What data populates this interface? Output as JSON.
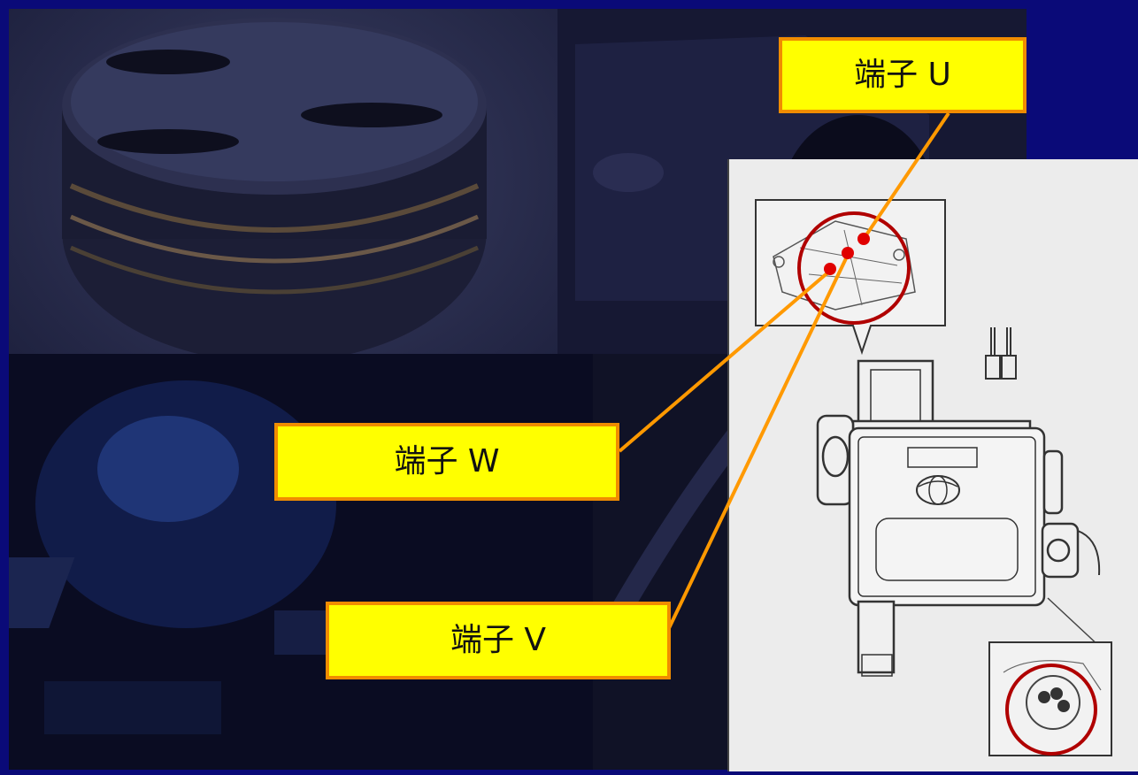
{
  "labels": {
    "terminal_u": "端子 U",
    "terminal_w": "端子 W",
    "terminal_v": "端子 V"
  },
  "colors": {
    "background": "#0a0a78",
    "label_fill": "#ffff00",
    "label_border": "#f08c00",
    "leader_line": "#ff9900",
    "marker": "#e00000",
    "highlight_circle": "#b00000"
  }
}
